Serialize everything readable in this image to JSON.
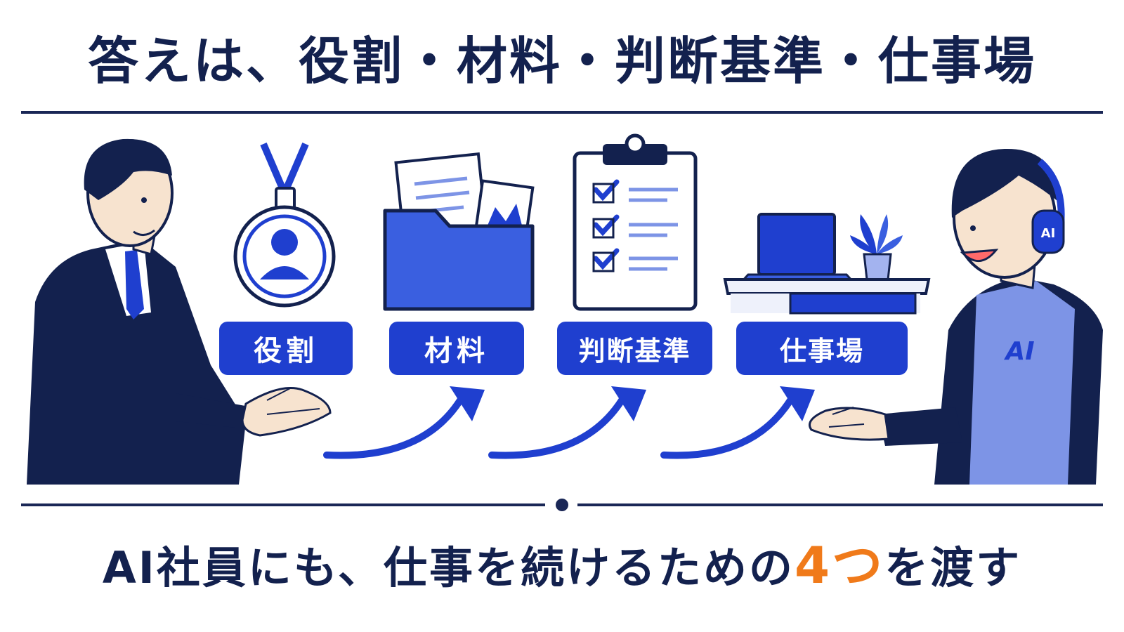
{
  "headline": "答えは、役割・材料・判断基準・仕事場",
  "steps": [
    {
      "label": "役割",
      "icon": "id-badge-icon"
    },
    {
      "label": "材料",
      "icon": "folder-documents-icon"
    },
    {
      "label": "判断基準",
      "icon": "clipboard-checklist-icon"
    },
    {
      "label": "仕事場",
      "icon": "desk-laptop-icon"
    }
  ],
  "ai_headset_label": "AI",
  "ai_vest_label": "AI",
  "tagline": {
    "before": "AI社員にも、仕事を続けるための",
    "highlight": "4つ",
    "after": "を渡す"
  },
  "colors": {
    "navy": "#13214e",
    "blue": "#1f3fcf",
    "highlight": "#f07a1a"
  }
}
